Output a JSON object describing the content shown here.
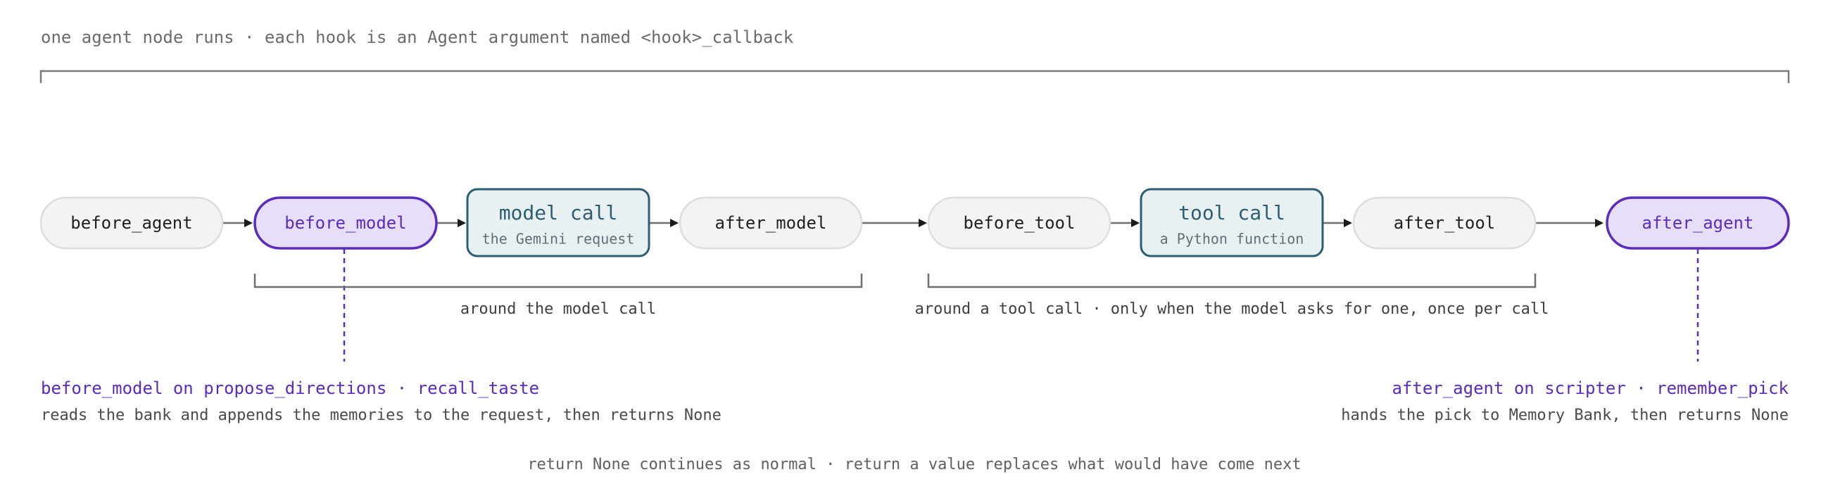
{
  "header": {
    "text": "one agent node runs · each hook is an Agent argument named <hook>_callback"
  },
  "nodes": [
    {
      "label": "before_agent",
      "kind": "hook"
    },
    {
      "label": "before_model",
      "kind": "highlight"
    },
    {
      "label": "model call",
      "sublabel": "the Gemini request",
      "kind": "call"
    },
    {
      "label": "after_model",
      "kind": "hook"
    },
    {
      "label": "before_tool",
      "kind": "hook"
    },
    {
      "label": "tool call",
      "sublabel": "a Python function",
      "kind": "call"
    },
    {
      "label": "after_tool",
      "kind": "hook"
    },
    {
      "label": "after_agent",
      "kind": "highlight"
    }
  ],
  "brackets": {
    "model_call": "around the model call",
    "tool_call": "around a tool call · only when the model asks for one, once per call"
  },
  "notes": {
    "left": {
      "title": "before_model on propose_directions · recall_taste",
      "body": "reads the bank and appends the memories to the request, then returns None"
    },
    "right": {
      "title": "after_agent on scripter · remember_pick",
      "body": "hands the pick to Memory Bank, then returns None"
    }
  },
  "footer": {
    "text": "return None continues as normal · return a value replaces what would have come next"
  },
  "colors": {
    "hook_fill": "#f3f3f3",
    "hook_stroke": "#dddddd",
    "highlight_fill": "#e7defa",
    "highlight_stroke": "#5b2bc0",
    "call_fill": "#e9f0f2",
    "call_stroke": "#2b5e73",
    "line": "#6e6e6e",
    "arrow": "#1a1a1a",
    "purple_text": "#5b2bc0",
    "teal_text": "#2b5e73"
  }
}
